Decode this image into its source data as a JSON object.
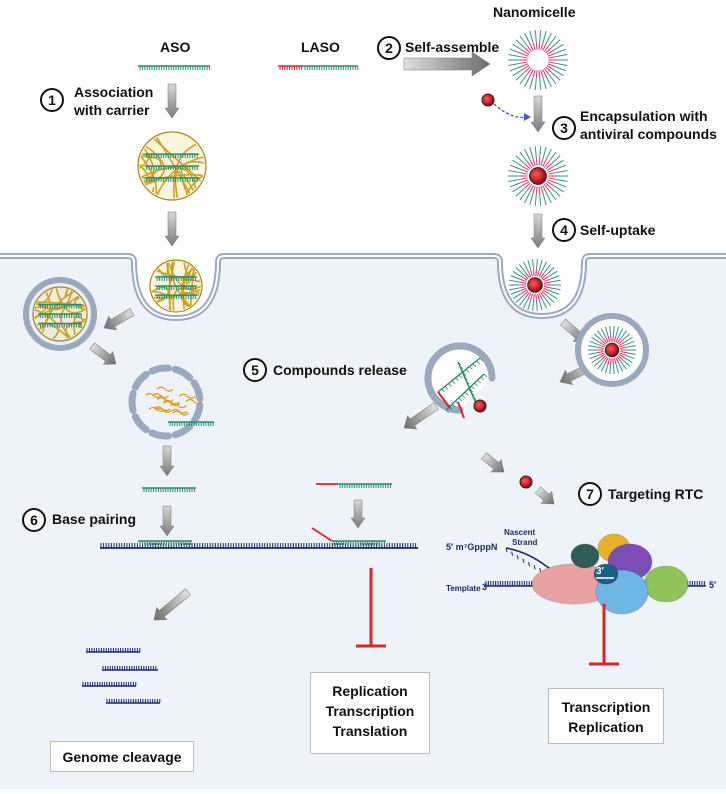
{
  "labels": {
    "aso": "ASO",
    "laso": "LASO",
    "nanomicelle": "Nanomicelle",
    "association_l1": "Association",
    "association_l2": "with carrier",
    "self_assemble": "Self-assemble",
    "encapsulation_l1": "Encapsulation with",
    "encapsulation_l2": "antiviral compounds",
    "self_uptake": "Self-uptake",
    "compounds_release": "Compounds release",
    "base_pairing": "Base pairing",
    "targeting_rtc": "Targeting RTC",
    "five_prime_cap": "5′ m⁷GpppN",
    "nascent_l1": "Nascent",
    "nascent_l2": "Strand",
    "template": "Template",
    "three_prime_a": "3′",
    "three_prime_b": "3′",
    "five_prime_end": "5′"
  },
  "steps": [
    "1",
    "2",
    "3",
    "4",
    "5",
    "6",
    "7"
  ],
  "outcomes": {
    "genome_cleavage": "Genome cleavage",
    "middle": [
      "Replication",
      "Transcription",
      "Translation"
    ],
    "right": [
      "Transcription",
      "Replication"
    ]
  },
  "colors": {
    "aso_strand": "#2e8b6a",
    "laso_lipid": "#d62828",
    "carrier": "#c9a227",
    "membrane": "#9aa9c0",
    "cytoplasm": "#eef3f9",
    "genome": "#1a2a6a",
    "inhibition": "#d62828",
    "compound": "#d0021b",
    "arrow": "#8a8a8a"
  }
}
